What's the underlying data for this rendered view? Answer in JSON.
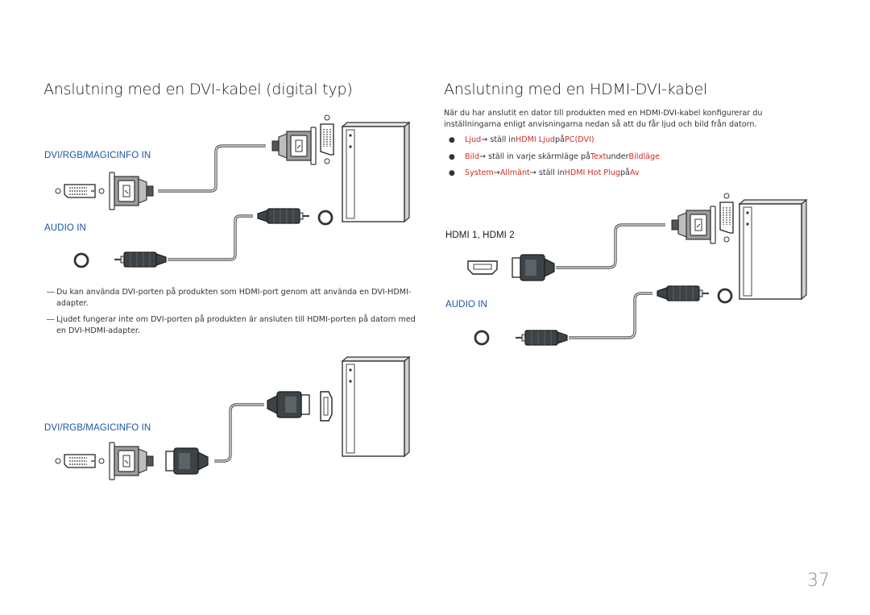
{
  "left": {
    "heading": "Anslutning med en DVI-kabel (digital typ)",
    "dvi_label_top": "DVI/RGB/MAGICINFO IN",
    "audio_label": "AUDIO IN",
    "notes": [
      "Du kan använda DVI-porten på produkten som HDMI-port genom att använda en DVI-HDMI-adapter.",
      "Ljudet fungerar inte om DVI-porten på produkten är ansluten till HDMI-porten på datorn med en DVI-HDMI-adapter."
    ],
    "dvi_label_bottom": "DVI/RGB/MAGICINFO IN"
  },
  "right": {
    "heading": "Anslutning med en HDMI-DVI-kabel",
    "intro": "När du har anslutit en dator till produkten med en HDMI-DVI-kabel konfigurerar du inställningarna enligt anvisningarna nedan så att du får ljud och bild från datorn.",
    "bullets": [
      {
        "a": "Ljud",
        "b": " → ställ in ",
        "c": "HDMI Ljud",
        "d": " på ",
        "e": "PC(DVI)",
        "f": "",
        "g": ""
      },
      {
        "a": "Bild",
        "b": " → ställ in varje skärmläge på ",
        "c": "Text",
        "d": " under ",
        "e": "Bildläge",
        "f": "",
        "g": ""
      },
      {
        "a": "System",
        "b": " → ",
        "c": "Allmänt",
        "d": " → ställ in ",
        "e": "HDMI Hot Plug",
        "f": " på ",
        "g": "Av"
      }
    ],
    "hdmi_label": "HDMI 1, HDMI 2",
    "audio_label": "AUDIO IN"
  },
  "page_number": "37",
  "colors": {
    "accent_blue": "#1b55a3",
    "highlight_red": "#cf2c23"
  }
}
